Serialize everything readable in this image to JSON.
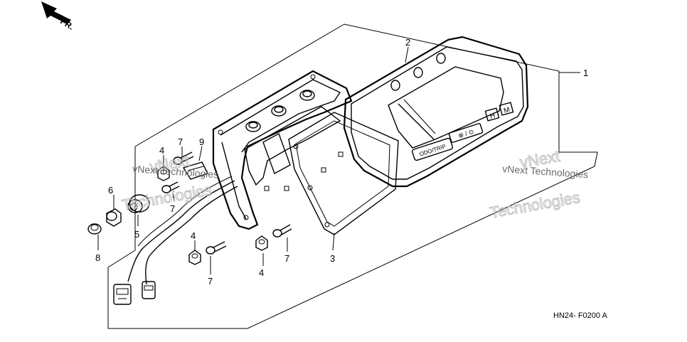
{
  "orientation": {
    "label": "FR."
  },
  "diagram_code": "HN24- F0200 A",
  "callouts": {
    "c1": "1",
    "c2": "2",
    "c3": "3",
    "c4a": "4",
    "c4b": "4",
    "c4c": "4",
    "c5": "5",
    "c6": "6",
    "c7a": "7",
    "c7b": "7",
    "c7c": "7",
    "c7d": "7",
    "c8": "8",
    "c9": "9"
  },
  "meter_labels": {
    "odo_trip": "ODO/TRIP",
    "h": "H",
    "m": "M",
    "switch": "⊗ / ⊙"
  },
  "watermarks": {
    "line1": "vNext",
    "line2": "Technologies",
    "small_left": "vNext Technologies",
    "small_right": "vNext Technologies"
  },
  "colors": {
    "line": "#000000",
    "watermark": "#b9b9b9",
    "background": "#ffffff"
  }
}
